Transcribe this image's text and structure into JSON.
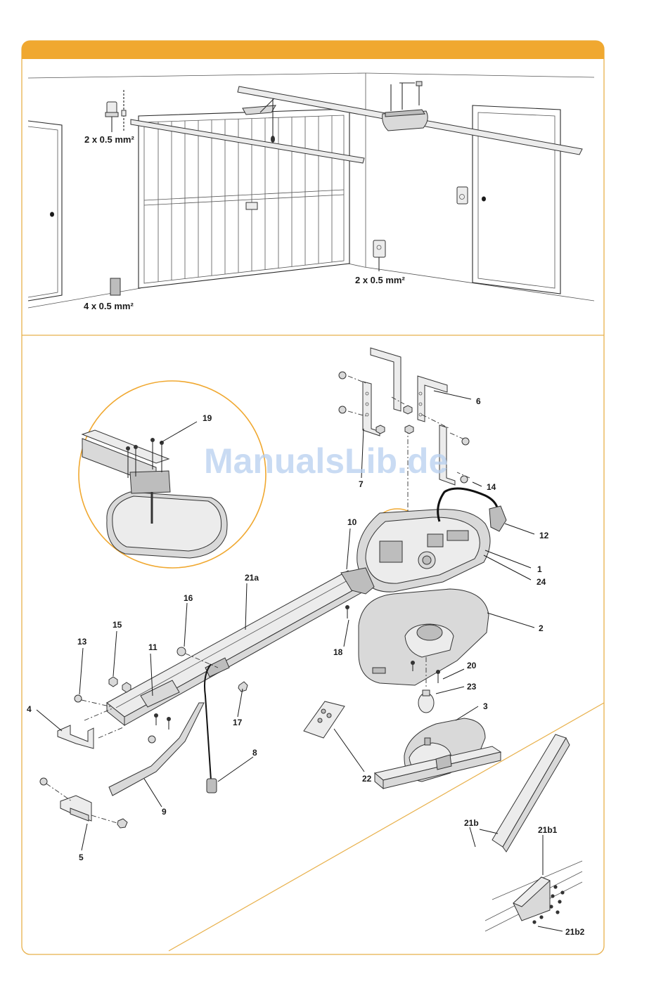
{
  "colors": {
    "accent": "#f0a830",
    "frame": "#e8b04a",
    "watermark": "#b7d0f0",
    "line": "#2a2a2a",
    "part": "#d9d9d9"
  },
  "watermark": "ManualsLib.de",
  "wiring_labels": {
    "lamp": "2 x 0.5 mm²",
    "keypad": "2 x 0.5 mm²",
    "photocell": "4 x 0.5 mm²"
  },
  "part_labels": {
    "p1": "1",
    "p2": "2",
    "p3": "3",
    "p4": "4",
    "p5": "5",
    "p6": "6",
    "p7": "7",
    "p8": "8",
    "p9": "9",
    "p10": "10",
    "p11": "11",
    "p12": "12",
    "p13": "13",
    "p14": "14",
    "p15": "15",
    "p16": "16",
    "p17": "17",
    "p18": "18",
    "p19": "19",
    "p20": "20",
    "p21a": "21a",
    "p21b": "21b",
    "p21b1": "21b1",
    "p21b2": "21b2",
    "p22": "22",
    "p23": "23",
    "p24": "24"
  }
}
